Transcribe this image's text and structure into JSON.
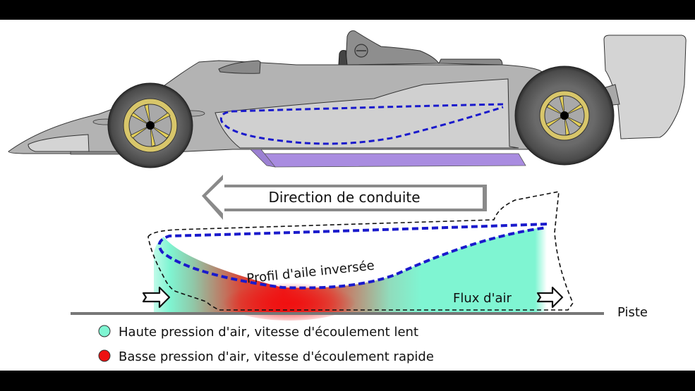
{
  "diagram": {
    "direction_label": "Direction de conduite",
    "airfoil_label": "Profil d'aile inversée",
    "airflow_label": "Flux d'air",
    "track_label": "Piste",
    "legend": [
      {
        "color": "#7ff5d2",
        "label": "Haute pression d'air, vitesse d'écoulement lent"
      },
      {
        "color": "#ee1111",
        "label": "Basse pression d'air, vitesse d'écoulement rapide"
      }
    ],
    "colors": {
      "high_pressure": "#7ff5d2",
      "low_pressure": "#ee2222",
      "airfoil_outline": "#1a1acc",
      "car_body": "#b3b3b3",
      "sidepod": "#d0d0d0",
      "skirt": "#a98ce0",
      "wheel_rim": "#d8c66a",
      "track": "#777777"
    }
  }
}
